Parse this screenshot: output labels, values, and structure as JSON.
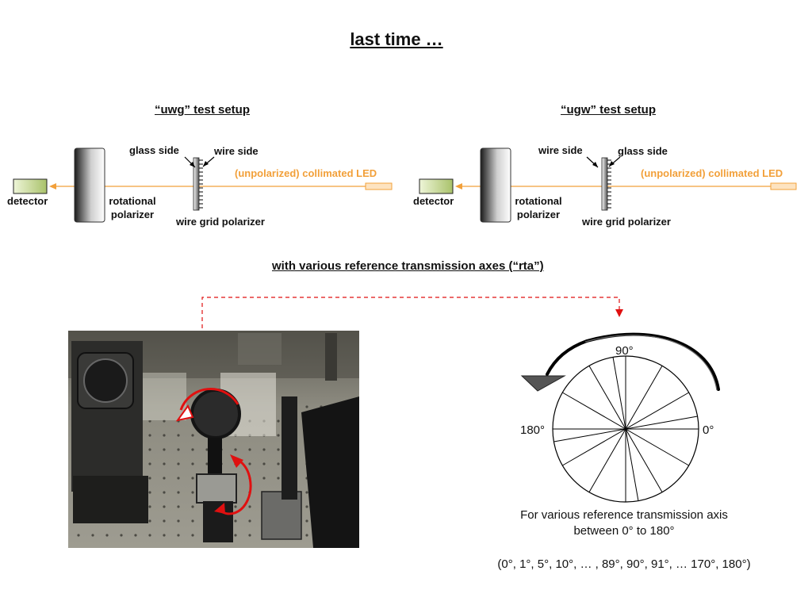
{
  "title": "last time …",
  "left_setup": {
    "heading": "“uwg” test setup",
    "glass_side": "glass side",
    "wire_side": "wire side",
    "led": "(unpolarized) collimated LED",
    "detector": "detector",
    "rotational_1": "rotational",
    "rotational_2": "polarizer",
    "wire_grid": "wire grid polarizer"
  },
  "right_setup": {
    "heading": "“ugw” test setup",
    "wire_side": "wire side",
    "glass_side": "glass side",
    "led": "(unpolarized) collimated LED",
    "detector": "detector",
    "rotational_1": "rotational",
    "rotational_2": "polarizer",
    "wire_grid": "wire grid polarizer"
  },
  "subheading": "with various reference transmission axes (“rta”)",
  "dial": {
    "label_90": "90°",
    "label_180": "180°",
    "label_0": "0°",
    "angles_deg": [
      0,
      10,
      30,
      60,
      90,
      100,
      120,
      150
    ]
  },
  "caption_line1": "For various reference transmission axis",
  "caption_line2": "between 0° to 180°",
  "angle_list": "(0°, 1°, 5°, 10°, … , 89°, 90°, 91°, … 170°, 180°)",
  "colors": {
    "led": "#f2a03a",
    "arrow_red": "#e01010",
    "detector_green": "#b6cc7a"
  }
}
